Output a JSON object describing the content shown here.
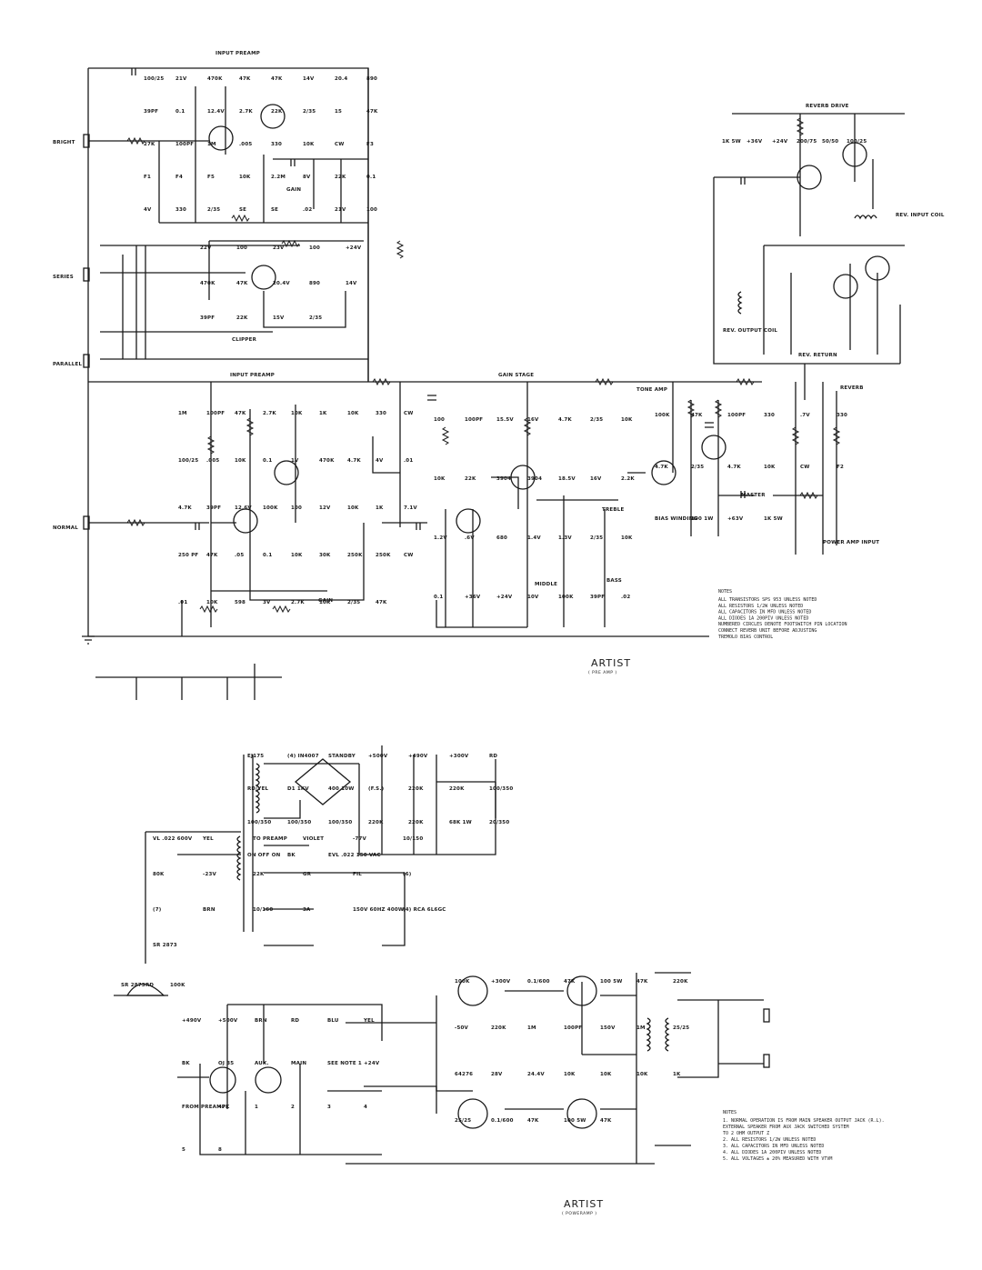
{
  "preamp": {
    "title": "ARTIST",
    "subtitle": "( PRE AMP )",
    "inputs": [
      "BRIGHT",
      "SERIES",
      "PARALLEL",
      "NORMAL"
    ],
    "section_labels": [
      "INPUT PREAMP",
      "INPUT PREAMP",
      "GAIN STAGE",
      "TONE AMP",
      "REVERB DRIVE",
      "CLIPPER",
      "REV. RETURN",
      "REV. INPUT COIL",
      "REV. OUTPUT COIL",
      "POWER AMP INPUT"
    ],
    "controls": [
      "GAIN",
      "GAIN",
      "TREBLE",
      "MIDDLE",
      "BASS",
      "MASTER",
      "REVERB"
    ],
    "labels": [
      "100/25",
      "21V",
      "470K",
      "47K",
      "47K",
      "14V",
      "20.4",
      "890",
      "39PF",
      "0.1",
      "12.4V",
      "2.7K",
      "22K",
      "2/35",
      "15",
      "47K",
      "27K",
      "100PF",
      "1M",
      ".005",
      "330",
      "10K",
      "CW",
      "F3",
      "F1",
      "F4",
      "F5",
      "10K",
      "2.2M",
      "8V",
      "22K",
      "0.1",
      "4V",
      "330",
      "2/35",
      "SE",
      "SE",
      ".02",
      "21V",
      "100",
      "22V",
      "100",
      "23V",
      "100",
      "+24V",
      "470K",
      "47K",
      "20.4V",
      "890",
      "14V",
      "39PF",
      "22K",
      "15V",
      "2/35",
      "1M",
      "100PF",
      "47K",
      "2.7K",
      "10K",
      "1K",
      "10K",
      "330",
      "CW",
      "100/25",
      ".005",
      "10K",
      "0.1",
      "1V",
      "470K",
      "4.7K",
      "4V",
      ".01",
      "4.7K",
      "39PF",
      "12.6V",
      "100K",
      "100",
      "12V",
      "10K",
      "1K",
      "7.1V",
      "250 PF",
      "47K",
      ".05",
      "0.1",
      "10K",
      "30K",
      "250K",
      "250K",
      "CW",
      ".01",
      "10K",
      "598",
      "3V",
      "2.7K",
      "10K",
      "2/35",
      "47K",
      "100",
      "100PF",
      "15.5V",
      "16V",
      "4.7K",
      "2/35",
      "10K",
      "10K",
      "22K",
      "3904",
      "3904",
      "18.5V",
      "16V",
      "2.2K",
      "1.2V",
      ".6V",
      "680",
      "1.4V",
      "1.3V",
      "2/35",
      "10K",
      "0.1",
      "+36V",
      "+24V",
      "10V",
      "100K",
      "39PF",
      ".02",
      "100K",
      "47K",
      "100PF",
      "330",
      ".7V",
      "330",
      "4.7K",
      "2/35",
      "4.7K",
      "10K",
      "CW",
      "F2",
      "BIAS WINDING",
      "100 1W",
      "+63V",
      "1K 5W",
      "1K 5W",
      "+36V",
      "+24V",
      "200/75",
      "50/50",
      "100/25"
    ],
    "notes_title": "NOTES",
    "notes": [
      "ALL TRANSISTORS SPS 953 UNLESS NOTED",
      "ALL RESISTORS 1/2W UNLESS NOTED",
      "ALL CAPACITORS IN MFD UNLESS NOTED",
      "ALL DIODES 1A 200PIV UNLESS NOTED",
      "NUMBERED CIRCLES DENOTE FOOTSWITCH PIN LOCATION",
      "CONNECT REVERB UNIT BEFORE ADJUSTING",
      "TREMOLO BIAS CONTROL"
    ]
  },
  "poweramp": {
    "title": "ARTIST",
    "subtitle": "( POWERAMP )",
    "labels": [
      "EJ175",
      "(4) IN4007",
      "STANDBY",
      "+500V",
      "+490V",
      "+300V",
      "RD",
      "RD/YEL",
      "D1 1KV",
      "400 10W",
      "(F.S.)",
      "220K",
      "220K",
      "100/350",
      "100/350",
      "100/350",
      "100/350",
      "220K",
      "220K",
      "68K 1W",
      "20/350",
      "ON OFF ON",
      "BK",
      "EVL .022 150 VAC",
      "VL .022 600V",
      "YEL",
      "TO PREAMP",
      "VIOLET",
      "-77V",
      "10/150",
      "80K",
      "-23V",
      "22K",
      "GR",
      "FIL",
      "(6)",
      "(7)",
      "BRN",
      "10/160",
      "3A",
      "150V 60HZ 400W",
      "(4) RCA 6L6GC",
      "SR 2873",
      "SR 2873",
      "RD",
      "100K",
      "100K",
      "+300V",
      "0.1/600",
      "47K",
      "100 5W",
      "47K",
      "220K",
      "-50V",
      "220K",
      "1M",
      "100PF",
      "150V",
      "1M",
      "25/25",
      "64276",
      "28V",
      "24.4V",
      "10K",
      "10K",
      "10K",
      "1K",
      "25/25",
      "0.1/600",
      "47K",
      "100 5W",
      "47K",
      "+490V",
      "+500V",
      "BRN",
      "RD",
      "BLU",
      "YEL",
      "BK",
      "OJ 35",
      "AUX.",
      "MAIN",
      "SEE NOTE 1",
      "+24V",
      "FROM PREAMP",
      "47K",
      "1",
      "2",
      "3",
      "4",
      "5",
      "8"
    ],
    "notes_title": "NOTES",
    "notes": [
      "1.  NORMAL OPERATION IS FROM MAIN SPEAKER OUTPUT JACK (R.L).",
      "    EXTERNAL SPEAKER FROM AUX JACK SWITCHED SYSTEM",
      "    TO 2 OHM OUTPUT Z",
      "2.  ALL RESISTORS 1/2W UNLESS NOTED",
      "3.  ALL CAPACITORS IN MFD UNLESS NOTED",
      "4.  ALL DIODES 1A 200PIV UNLESS NOTED",
      "5.  ALL VOLTAGES ± 20% MEASURED WITH VTVM"
    ]
  }
}
